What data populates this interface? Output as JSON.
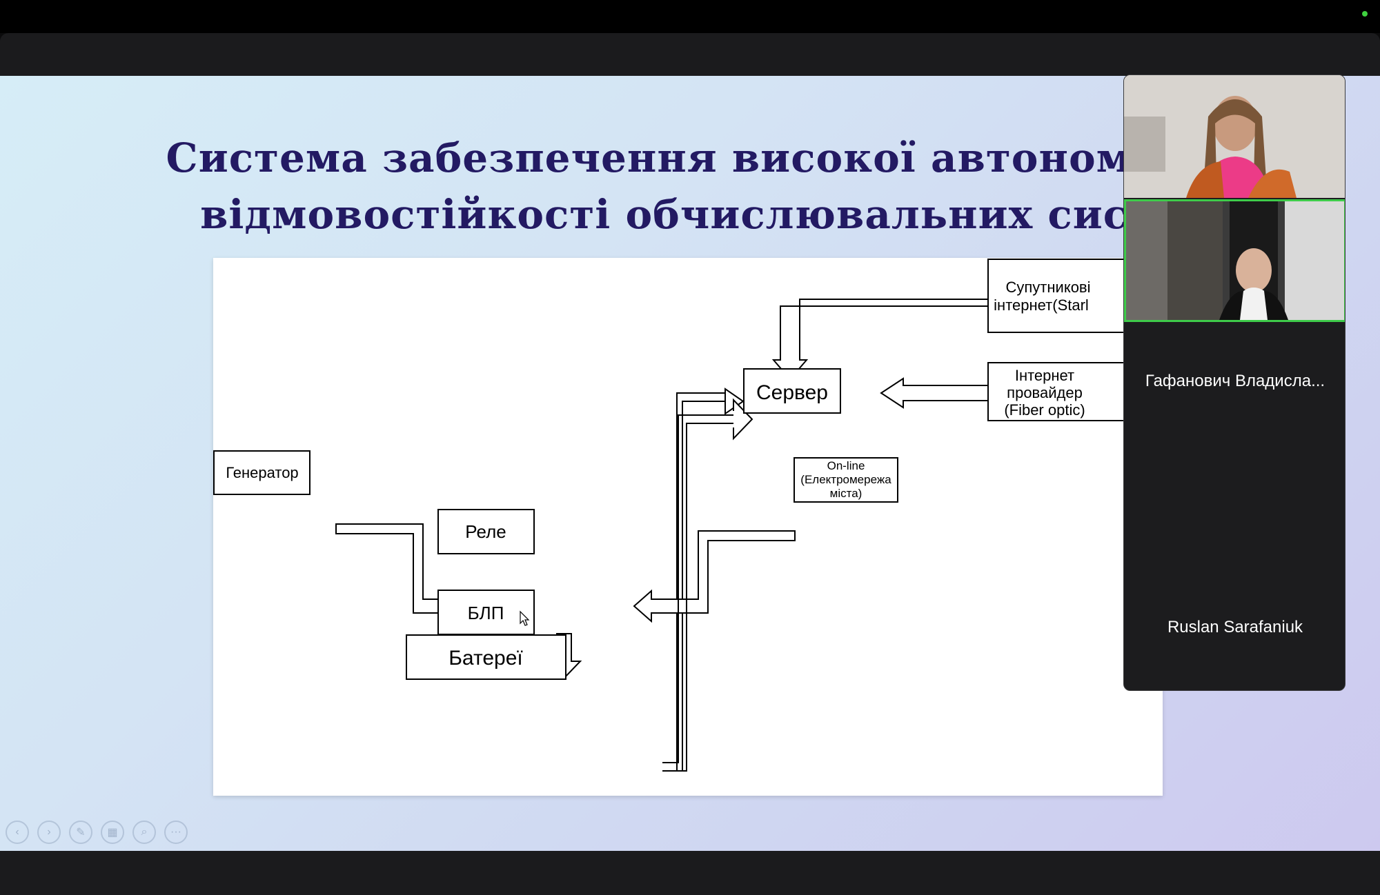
{
  "slide": {
    "title_line1": "Система забезпечення високої автономнос",
    "title_line2": "відмовостійкості обчислювальних систе"
  },
  "diagram": {
    "nodes": {
      "generator": "Генератор",
      "relay": "Реле",
      "blp": "БЛП",
      "batteries": "Батереї",
      "server": "Сервер",
      "satellite_line1": "Супутникові",
      "satellite_line2": "інтернет(Starl",
      "isp_line1": "Інтернет",
      "isp_line2": "провайдер",
      "isp_line3": "(Fiber optic)",
      "online_line1": "On-line",
      "online_line2": "(Електромережа",
      "online_line3": "міста)"
    }
  },
  "controls": {
    "prev_icon": "‹",
    "next_icon": "›",
    "pen_icon": "✎",
    "grid_icon": "▦",
    "zoom_icon": "⌕",
    "more_icon": "···"
  },
  "participants": [
    {
      "name": "Гафанович Владисла..."
    },
    {
      "name": "Ruslan Sarafaniuk"
    }
  ],
  "colors": {
    "title": "#231a63",
    "active_speaker_border": "#3ecb4a"
  }
}
